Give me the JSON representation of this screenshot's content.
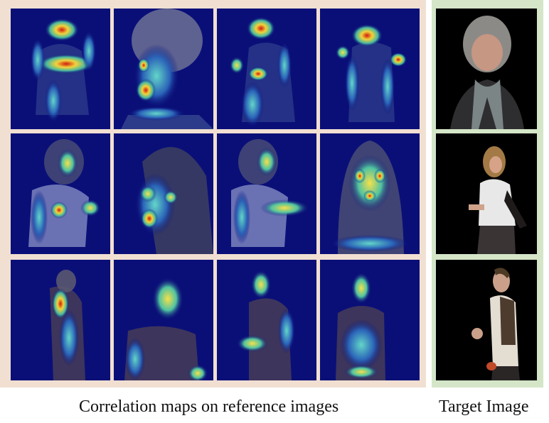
{
  "figure": {
    "captions": {
      "reference": "Correlation maps on reference images",
      "target": "Target Image"
    },
    "colors": {
      "reference_panel_background": "#f1dfd2",
      "target_panel_background": "#d4e6c7",
      "heatmap_background": "#0a0f78",
      "target_background": "#000000"
    },
    "grid": {
      "rows": 3,
      "reference_columns": 4,
      "target_columns": 1
    }
  }
}
